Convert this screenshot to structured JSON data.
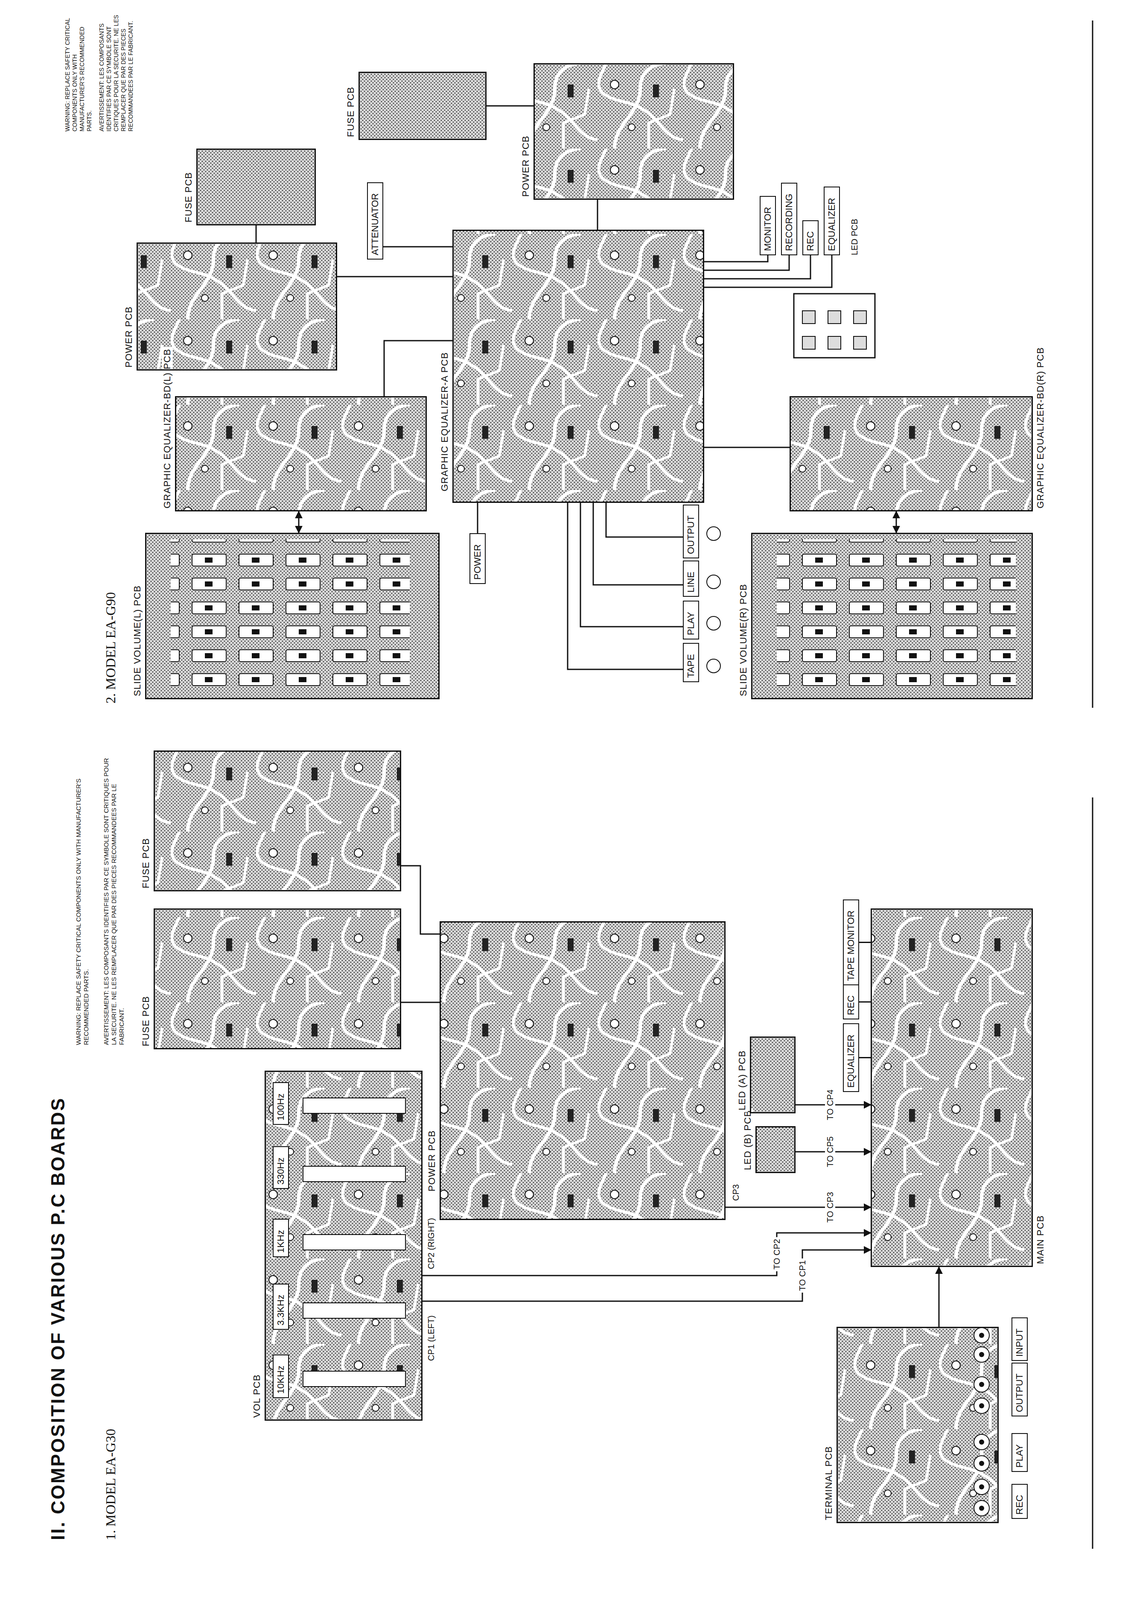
{
  "diagram": {
    "title": "II. COMPOSITION OF VARIOUS P.C BOARDS",
    "nodes": [
      {
        "text": [
          "VOL PCB"
        ]
      },
      {
        "text": [
          "10KHz"
        ],
        "in": 0
      },
      {
        "text": [
          "3.3KHz"
        ],
        "in": 0
      },
      {
        "text": [
          "1KHz"
        ],
        "in": 0
      },
      {
        "text": [
          "330Hz"
        ],
        "in": 0
      },
      {
        "text": [
          "100Hz"
        ],
        "in": 0
      },
      {
        "text": [
          "POWER PCB"
        ]
      },
      {
        "text": [
          "FUSE PCB"
        ]
      },
      {
        "text": [
          "FUSE PCB"
        ]
      },
      {
        "text": [
          "LED (B) PCB"
        ]
      },
      {
        "text": [
          "LED (A) PCB"
        ]
      },
      {
        "text": [
          "TERMINAL PCB"
        ]
      },
      {
        "text": [
          "REC"
        ]
      },
      {
        "text": [
          "PLAY"
        ]
      },
      {
        "text": [
          "OUTPUT"
        ]
      },
      {
        "text": [
          "INPUT"
        ]
      },
      {
        "text": [
          "EQUALIZER"
        ]
      },
      {
        "text": [
          "REC"
        ]
      },
      {
        "text": [
          "TAPE MONITOR"
        ]
      },
      {
        "text": [
          "MAIN PCB"
        ]
      },
      {
        "text": [
          "SLIDE VOLUME(L) PCB"
        ]
      },
      {
        "text": [
          "GRAPHIC EQUALIZER-BD(L) PCB"
        ]
      },
      {
        "text": [
          "POWER PCB"
        ]
      },
      {
        "text": [
          "FUSE PCB"
        ]
      },
      {
        "text": [
          "ATTENUATOR"
        ]
      },
      {
        "text": [
          "FUSE PCB"
        ]
      },
      {
        "text": [
          "POWER"
        ]
      },
      {
        "text": [
          "GRAPHIC EQUALIZER-A PCB"
        ]
      },
      {
        "text": [
          "POWER PCB"
        ]
      },
      {
        "text": [
          "TAPE"
        ]
      },
      {
        "text": [
          "PLAY"
        ]
      },
      {
        "text": [
          "LINE"
        ]
      },
      {
        "text": [
          "OUTPUT"
        ]
      },
      {
        "text": [
          "MONITOR"
        ]
      },
      {
        "text": [
          "RECORDING"
        ]
      },
      {
        "text": [
          "REC"
        ]
      },
      {
        "text": [
          "EQUALIZER"
        ]
      },
      {
        "text": [
          "SLIDE VOLUME(R) PCB"
        ]
      },
      {
        "text": [
          "GRAPHIC EQUALIZER-BD(R) PCB"
        ]
      }
    ],
    "edges": [
      {
        "from": 0,
        "to": 19,
        "label": "TO CP1",
        "arrow": "to"
      },
      {
        "from": 0,
        "to": 19,
        "label": "TO CP2",
        "arrow": "to"
      },
      {
        "from": 6,
        "to": 19,
        "label": "TO CP3",
        "arrow": "to"
      },
      {
        "from": 10,
        "to": 19,
        "label": "TO CP4",
        "arrow": "to"
      },
      {
        "from": 9,
        "to": 19,
        "label": "TO CP5",
        "arrow": "to"
      },
      {
        "from": 18,
        "to": 19,
        "arrow": "none"
      },
      {
        "from": 17,
        "to": 19,
        "arrow": "none"
      },
      {
        "from": 16,
        "to": 19,
        "arrow": "none"
      },
      {
        "from": 11,
        "to": 19,
        "arrow": "to"
      },
      {
        "from": 7,
        "to": 6,
        "arrow": "none"
      },
      {
        "from": 8,
        "to": 6,
        "arrow": "none"
      },
      {
        "from": 20,
        "to": 21,
        "arrow": "both"
      },
      {
        "from": 37,
        "to": 38,
        "arrow": "both"
      },
      {
        "from": 21,
        "to": 27,
        "arrow": "none"
      },
      {
        "from": 38,
        "to": 27,
        "arrow": "none"
      },
      {
        "from": 22,
        "to": 27,
        "arrow": "none"
      },
      {
        "from": 23,
        "to": 22,
        "arrow": "none"
      },
      {
        "from": 25,
        "to": 28,
        "arrow": "none"
      },
      {
        "from": 28,
        "to": 27,
        "arrow": "none"
      },
      {
        "from": 24,
        "to": 27,
        "arrow": "none"
      },
      {
        "from": 26,
        "to": 27,
        "arrow": "none"
      },
      {
        "from": 29,
        "to": 27,
        "arrow": "none"
      },
      {
        "from": 30,
        "to": 27,
        "arrow": "none"
      },
      {
        "from": 31,
        "to": 27,
        "arrow": "none"
      },
      {
        "from": 32,
        "to": 27,
        "arrow": "none"
      },
      {
        "from": 33,
        "to": 27,
        "arrow": "none"
      },
      {
        "from": 34,
        "to": 27,
        "arrow": "none"
      },
      {
        "from": 35,
        "to": 27,
        "arrow": "none"
      },
      {
        "from": 36,
        "to": 27,
        "arrow": "none"
      }
    ],
    "labels": [
      "1. MODEL EA-G30",
      "2. MODEL EA-G90",
      "CP1 (LEFT)",
      "CP2 (RIGHT)",
      "CP3",
      "WARNING: REPLACE SAFETY CRITICAL COMPONENTS ONLY WITH MANUFACTURER'S RECOMMENDED PARTS.",
      "AVERTISSEMENT: LES COMPOSANTS IDENTIFIES PAR CE SYMBOLE SONT CRITIQUES POUR LA SECURITE. NE LES REMPLACER QUE PAR DES PIECES RECOMMANDEES PAR LE FABRICANT.",
      "WARNING: REPLACE SAFETY CRITICAL COMPONENTS ONLY WITH MANUFACTURER'S RECOMMENDED PARTS.",
      "AVERTISSEMENT: LES COMPOSANTS IDENTIFIES PAR CE SYMBOLE SONT CRITIQUES POUR LA SECURITE. NE LES REMPLACER QUE PAR DES PIECES RECOMMANDEES PAR LE FABRICANT.",
      "LED PCB"
    ]
  }
}
